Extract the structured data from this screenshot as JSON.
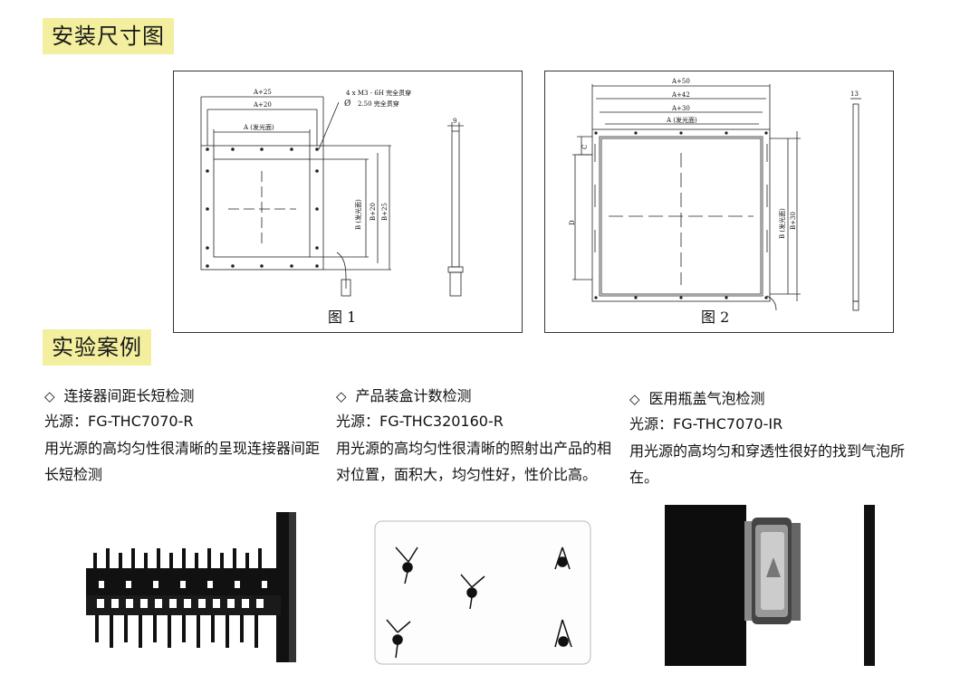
{
  "sections": {
    "install": "安装尺寸图",
    "cases": "实验案例"
  },
  "figure1": {
    "caption": "图 1",
    "labels": {
      "a25": "A+25",
      "a20": "A+20",
      "a": "A (发光面)",
      "screw1": "4 x M3 - 6H 完全贯穿",
      "screw2": "2.50 完全贯穿",
      "dia": "Ø",
      "b": "B (发光面)",
      "b20": "B+20",
      "b25": "B+25",
      "side": "9"
    }
  },
  "figure2": {
    "caption": "图 2",
    "labels": {
      "a50": "A+50",
      "a42": "A+42",
      "a30": "A+30",
      "a": "A (发光面)",
      "c": "C",
      "d": "D",
      "b": "B (发光面)",
      "b30": "B+30",
      "side": "13"
    }
  },
  "cases": [
    {
      "title": "连接器间距长短检测",
      "source": "光源：FG-THC7070-R",
      "desc": "用光源的高均匀性很清晰的呈现连接器间距长短检测"
    },
    {
      "title": "产品装盒计数检测",
      "source": "光源：FG-THC320160-R",
      "desc": "用光源的高均匀性很清晰的照射出产品的相对位置，面积大，均匀性好，性价比高。"
    },
    {
      "title": "医用瓶盖气泡检测",
      "source": "光源：FG-THC7070-IR",
      "desc": "用光源的高均匀和穿透性很好的找到气泡所在。"
    }
  ],
  "icons": {
    "bullet": "◇"
  }
}
